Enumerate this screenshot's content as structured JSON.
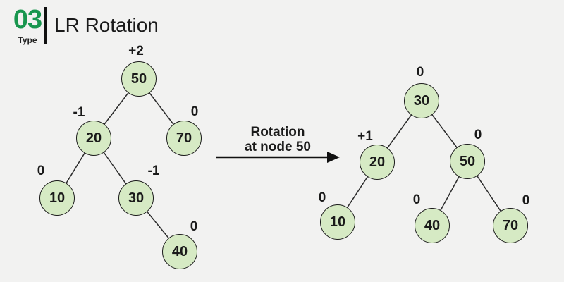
{
  "header": {
    "number": "03",
    "number_label": "Type",
    "title": "LR Rotation"
  },
  "arrow": {
    "label_line1": "Rotation",
    "label_line2": "at node 50"
  },
  "colors": {
    "background": "#f2f2f1",
    "accent_green": "#18964e",
    "node_fill": "#d6eac4",
    "node_border": "#1c1c1c",
    "edge_stroke": "#2a2a2a",
    "text": "#1a1a1a"
  },
  "trees": {
    "before": {
      "nodes": [
        {
          "value": "50",
          "balance": "+2"
        },
        {
          "value": "20",
          "balance": "-1"
        },
        {
          "value": "70",
          "balance": "0"
        },
        {
          "value": "10",
          "balance": "0"
        },
        {
          "value": "30",
          "balance": "-1"
        },
        {
          "value": "40",
          "balance": "0"
        }
      ],
      "edges": [
        [
          "50",
          "20"
        ],
        [
          "50",
          "70"
        ],
        [
          "20",
          "10"
        ],
        [
          "20",
          "30"
        ],
        [
          "30",
          "40"
        ]
      ]
    },
    "after": {
      "nodes": [
        {
          "value": "30",
          "balance": "0"
        },
        {
          "value": "20",
          "balance": "+1"
        },
        {
          "value": "50",
          "balance": "0"
        },
        {
          "value": "10",
          "balance": "0"
        },
        {
          "value": "40",
          "balance": "0"
        },
        {
          "value": "70",
          "balance": "0"
        }
      ],
      "edges": [
        [
          "30",
          "20"
        ],
        [
          "30",
          "50"
        ],
        [
          "20",
          "10"
        ],
        [
          "50",
          "40"
        ],
        [
          "50",
          "70"
        ]
      ]
    }
  }
}
